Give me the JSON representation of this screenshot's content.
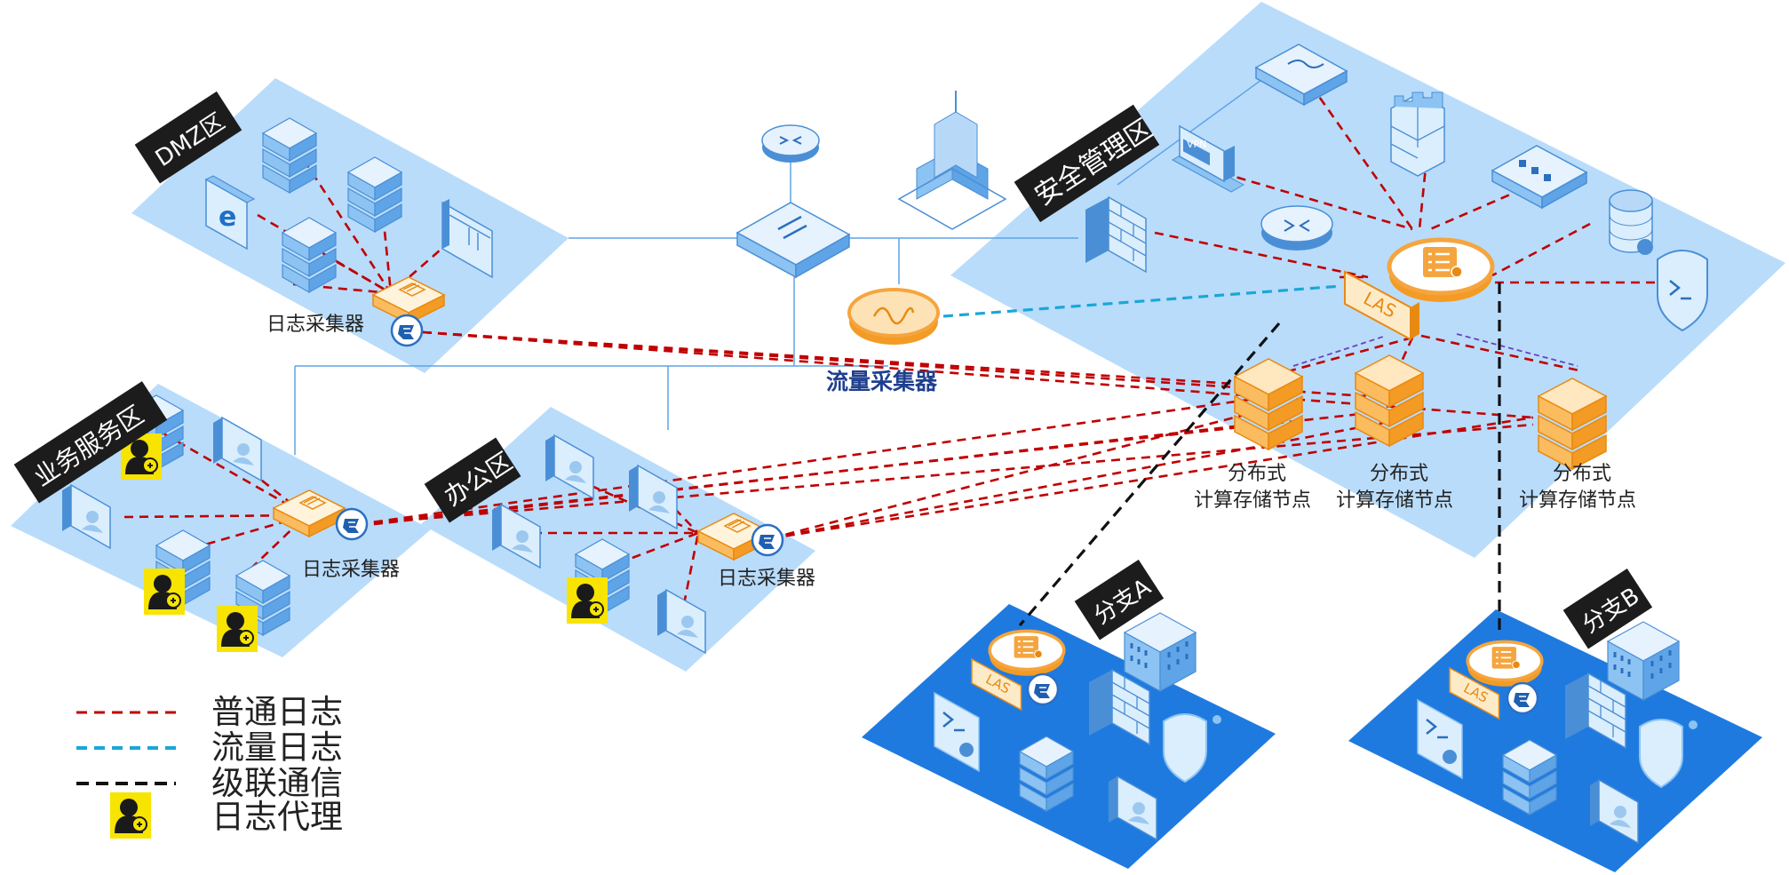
{
  "zones": {
    "dmz": "DMZ区",
    "business": "业务服务区",
    "office": "办公区",
    "security": "安全管理区",
    "branch_a": "分支A",
    "branch_b": "分支B"
  },
  "labels": {
    "collector_dmz": "日志采集器",
    "collector_business": "日志采集器",
    "collector_office": "日志采集器",
    "traffic_collector": "流量采集器",
    "las": "LAS",
    "las_branch_a": "LAS",
    "las_branch_b": "LAS",
    "vpn": "VPN",
    "storage_nodes": [
      {
        "line1": "分布式",
        "line2": "计算存储节点"
      },
      {
        "line1": "分布式",
        "line2": "计算存储节点"
      },
      {
        "line1": "分布式",
        "line2": "计算存储节点"
      }
    ]
  },
  "legend": [
    {
      "label": "普通日志",
      "kind": "normal-log",
      "color": "#c00000"
    },
    {
      "label": "流量日志",
      "kind": "traffic-log",
      "color": "#1aa7d8"
    },
    {
      "label": "级联通信",
      "kind": "cascade",
      "color": "#111111"
    },
    {
      "label": "日志代理",
      "kind": "agent",
      "color": "#f7e400"
    }
  ],
  "colors": {
    "zone_light": "#b9dcfb",
    "zone_dark": "#2a7fde",
    "device_blue": "#6ab0ef",
    "orange": "#f5a53f",
    "normal_log": "#c00000",
    "traffic_log": "#1aa7d8",
    "cascade": "#111111",
    "purple_link": "#6a3fbf",
    "agent_yellow": "#f7e400"
  }
}
